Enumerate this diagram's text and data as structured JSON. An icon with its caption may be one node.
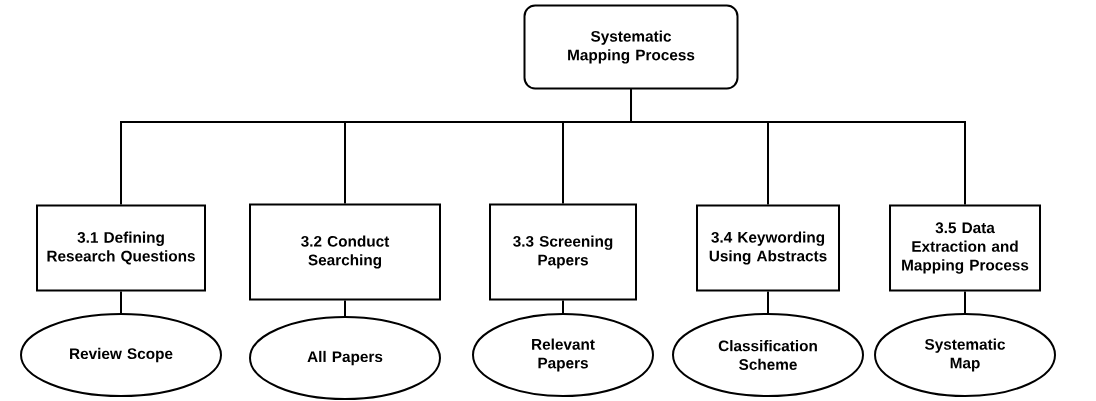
{
  "diagram": {
    "nodes": [
      {
        "text": [
          "Systematic Mapping Process"
        ]
      },
      {
        "text": [
          "3.1 Defining Research Questions"
        ]
      },
      {
        "text": [
          "3.2 Conduct Searching"
        ]
      },
      {
        "text": [
          "3.3 Screening Papers"
        ]
      },
      {
        "text": [
          "3.4 Keywording Using Abstracts"
        ]
      },
      {
        "text": [
          "3.5 Data Extraction and Mapping Process"
        ]
      },
      {
        "text": [
          "Review Scope"
        ]
      },
      {
        "text": [
          "All Papers"
        ]
      },
      {
        "text": [
          "Relevant Papers"
        ]
      },
      {
        "text": [
          "Classification Scheme"
        ]
      },
      {
        "text": [
          "Systematic Map"
        ]
      }
    ],
    "edges": [
      {
        "from": 0,
        "to": 1,
        "arrow": "none"
      },
      {
        "from": 0,
        "to": 2,
        "arrow": "none"
      },
      {
        "from": 0,
        "to": 3,
        "arrow": "none"
      },
      {
        "from": 0,
        "to": 4,
        "arrow": "none"
      },
      {
        "from": 0,
        "to": 5,
        "arrow": "none"
      },
      {
        "from": 1,
        "to": 6,
        "arrow": "none"
      },
      {
        "from": 2,
        "to": 7,
        "arrow": "none"
      },
      {
        "from": 3,
        "to": 8,
        "arrow": "none"
      },
      {
        "from": 4,
        "to": 9,
        "arrow": "none"
      },
      {
        "from": 5,
        "to": 10,
        "arrow": "none"
      }
    ]
  }
}
